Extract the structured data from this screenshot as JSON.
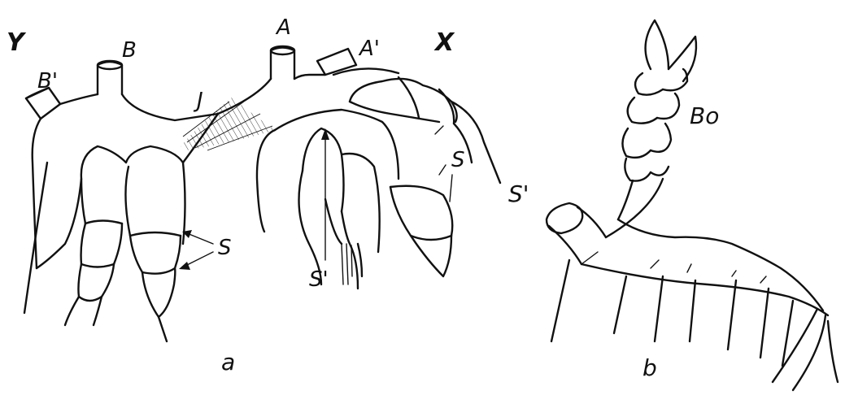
{
  "panel_a": {
    "corner_left": "Y",
    "corner_right": "X",
    "label_A": "A",
    "label_A_prime": "A'",
    "label_B": "B",
    "label_B_prime": "B'",
    "label_J": "J",
    "label_S_left": "S",
    "label_S_right": "S",
    "label_S_prime": "S'",
    "caption": "a"
  },
  "panel_b": {
    "label_Bo": "Bo",
    "label_S_prime": "S'",
    "caption": "b"
  }
}
